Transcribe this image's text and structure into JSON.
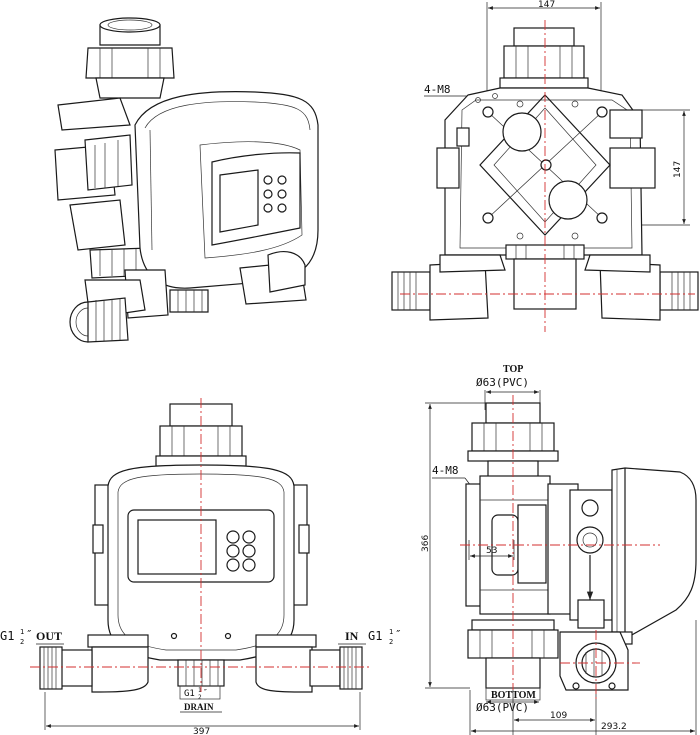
{
  "dims": {
    "top_width": "147",
    "top_height": "147",
    "front_width": "397",
    "side_height": "366",
    "side_offset": "53",
    "side_width_a": "109",
    "side_width_b": "293.2"
  },
  "labels": {
    "bolt_top_view": "4-M8",
    "bolt_side_view": "4-M8",
    "top_port_title": "TOP",
    "top_port_spec": "Ø63(PVC)",
    "bottom_port_title": "BOTTOM",
    "bottom_port_spec": "Ø63(PVC)",
    "outlet_thread": "G1",
    "outlet_fraction_num": "1",
    "outlet_fraction_den": "2",
    "outlet_inch_mark": "″",
    "outlet_name": "OUT",
    "inlet_name": "IN",
    "inlet_thread": "G1",
    "inlet_fraction_num": "1",
    "inlet_fraction_den": "2",
    "inlet_inch_mark": "″",
    "drain_thread": "G1",
    "drain_fraction_num": "1",
    "drain_fraction_den": "2",
    "drain_inch_mark": "″",
    "drain_name": "DRAIN"
  }
}
